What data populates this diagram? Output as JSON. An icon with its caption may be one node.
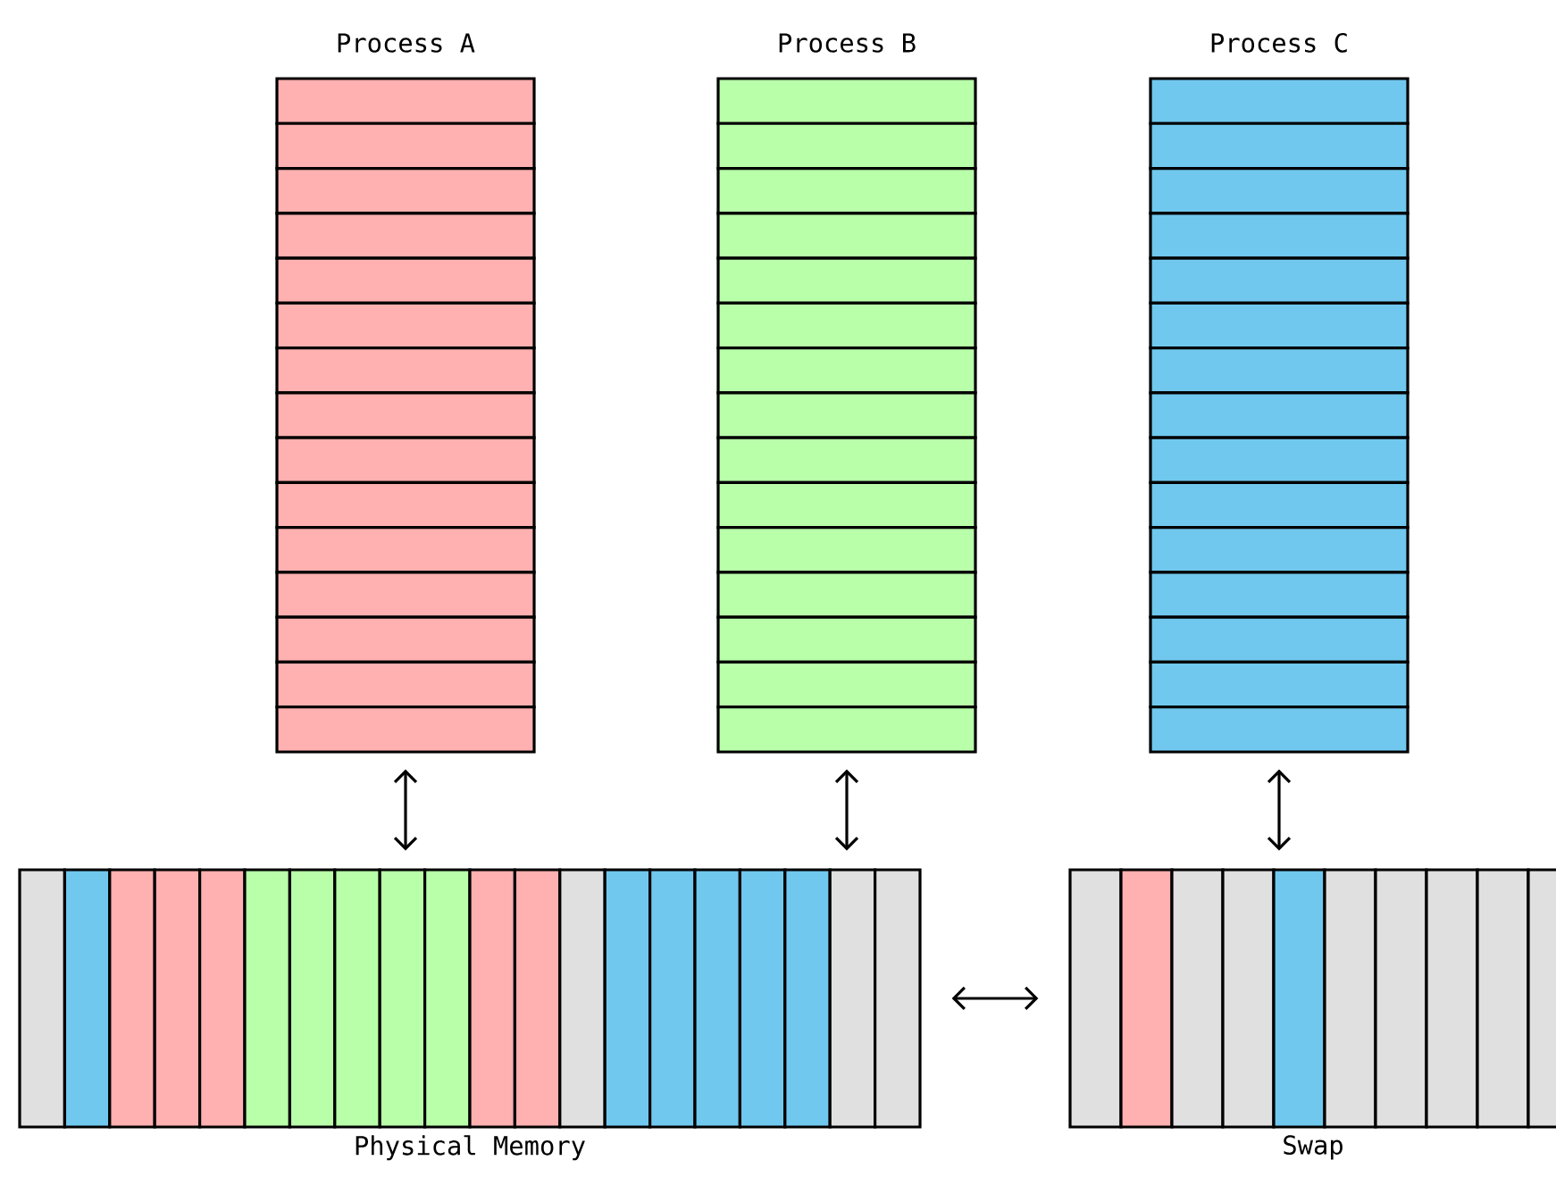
{
  "diagram": {
    "nodes": [
      {
        "text": [
          "Process A"
        ]
      },
      {
        "text": [
          "Process B"
        ]
      },
      {
        "text": [
          "Process C"
        ]
      },
      {
        "text": [
          "Physical Memory"
        ]
      },
      {
        "text": [
          "Swap"
        ]
      }
    ],
    "edges": [
      {
        "from": 0,
        "to": 3,
        "arrow": "both"
      },
      {
        "from": 1,
        "to": 3,
        "arrow": "both"
      },
      {
        "from": 2,
        "to": 4,
        "arrow": "both"
      },
      {
        "from": 3,
        "to": 4,
        "arrow": "both"
      }
    ]
  }
}
